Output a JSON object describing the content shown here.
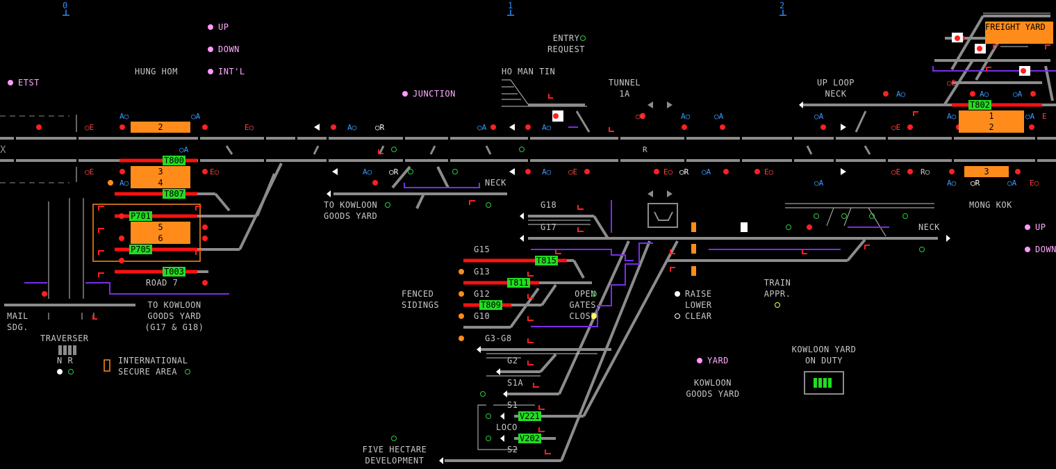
{
  "markers": {
    "m0": "0",
    "m1": "1",
    "m2": "2"
  },
  "legend_top": {
    "up": "UP",
    "down": "DOWN",
    "intl": "INT'L",
    "etst": "ETST",
    "junction": "JUNCTION"
  },
  "legend_right": {
    "up": "UP",
    "down": "DOWN"
  },
  "places": {
    "hung_hom": "HUNG HOM",
    "ho_man_tin": "HO MAN TIN",
    "tunnel": "TUNNEL\n1A",
    "up_loop_neck": "UP LOOP\nNECK",
    "freight_yard": "FREIGHT YARD",
    "mong_kok": "MONG KOK",
    "neck_mid": "NECK",
    "neck_right": "NECK",
    "to_kowloon_goods_1": "TO KOWLOON\nGOODS YARD",
    "to_kowloon_goods_2": "TO KOWLOON\nGOODS YARD\n(G17 & G18)",
    "road7": "ROAD 7",
    "mail_sdg": "MAIL\nSDG.",
    "traverser": "TRAVERSER",
    "traverser_nr": "N R",
    "intl_secure": "INTERNATIONAL\nSECURE AREA",
    "fenced_sidings": "FENCED\nSIDINGS",
    "gates": "OPEN\nGATES\nCLOSE",
    "raise_lower": "RAISE\nLOWER\nCLEAR",
    "train_appr": "TRAIN\nAPPR.",
    "kowloon_yard_on_duty": "KOWLOON YARD\nON DUTY",
    "yard": "YARD",
    "kowloon_goods_yard": "KOWLOON\nGOODS YARD",
    "five_hectare": "FIVE HECTARE\nDEVELOPMENT",
    "loco": "LOCO",
    "entry_request": "ENTRY\nREQUEST"
  },
  "sidings": [
    "G18",
    "G17",
    "G15",
    "G13",
    "G12",
    "G10",
    "G3-G8",
    "G2",
    "S1A",
    "S1",
    "S2"
  ],
  "train_tags": [
    "T800",
    "T807",
    "P701",
    "P705",
    "T003",
    "T815",
    "T811",
    "T809",
    "V221",
    "V202",
    "T802"
  ],
  "platforms": {
    "p2": "2",
    "p3": "3",
    "p4": "4",
    "p5": "5",
    "p6": "6",
    "p1r": "1",
    "p2r": "2",
    "p3r": "3"
  },
  "colors": {
    "track": "#8c8c8c",
    "occupied": "#ff1111",
    "signal_red": "#ff2020",
    "indicator_green": "#2ecc40",
    "route_purple": "#7a2ee8",
    "platform": "#ff8c1a",
    "tag": "#22dd22"
  }
}
